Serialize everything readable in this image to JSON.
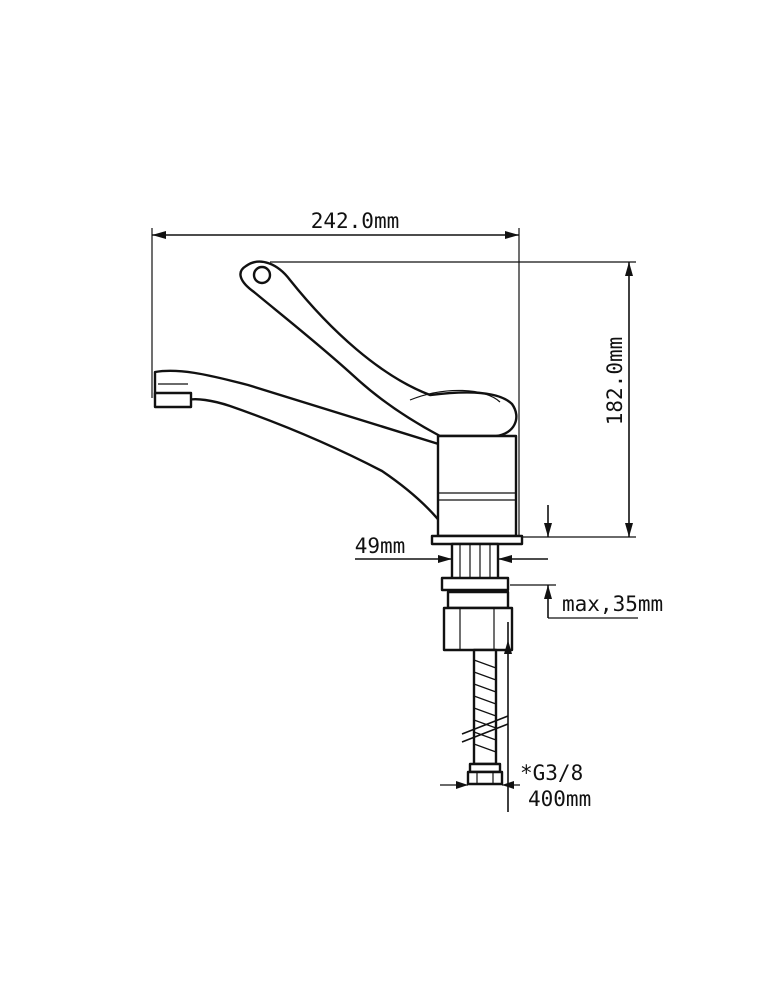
{
  "dimensions": {
    "width": "242.0mm",
    "height": "182.0mm",
    "base_offset": "49mm",
    "max_thickness": "max,35mm",
    "thread": "*G3/8",
    "hose_length": "400mm"
  },
  "colors": {
    "line": "#111111",
    "background": "#ffffff"
  }
}
